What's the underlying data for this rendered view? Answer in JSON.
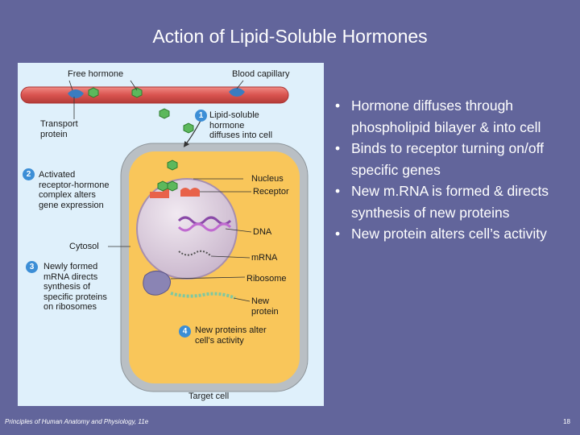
{
  "title": "Action of Lipid-Soluble Hormones",
  "figure": {
    "labels": {
      "free_hormone": "Free hormone",
      "blood_capillary": "Blood capillary",
      "transport_protein": "Transport\nprotein",
      "step1": "Lipid-soluble\nhormone\ndiffuses into cell",
      "step2": "Activated\nreceptor-hormone\ncomplex alters\ngene expression",
      "nucleus": "Nucleus",
      "receptor": "Receptor",
      "dna": "DNA",
      "cytosol": "Cytosol",
      "step3": "Newly formed\nmRNA directs\nsynthesis of\nspecific proteins\non ribosomes",
      "mrna": "mRNA",
      "ribosome": "Ribosome",
      "new_protein": "New\nprotein",
      "step4": "New proteins alter\ncell's activity",
      "target_cell": "Target cell"
    },
    "badges": [
      "1",
      "2",
      "3",
      "4"
    ],
    "colors": {
      "capillary": "#d9534f",
      "hormone": "#5cb85c",
      "transport_protein": "#3a7cc0",
      "cytosol": "#f9c65a",
      "nucleus": "#d6c8d8",
      "receptor": "#e8624a",
      "badge": "#3c8ed6"
    }
  },
  "bullets": [
    "Hormone diffuses through phospholipid bilayer & into cell",
    "Binds to receptor turning on/off specific genes",
    "New m.RNA is formed & directs synthesis of new proteins",
    "New protein alters cell’s activity"
  ],
  "footer": {
    "source": "Principles of Human Anatomy and Physiology, 11e",
    "page": "18"
  }
}
